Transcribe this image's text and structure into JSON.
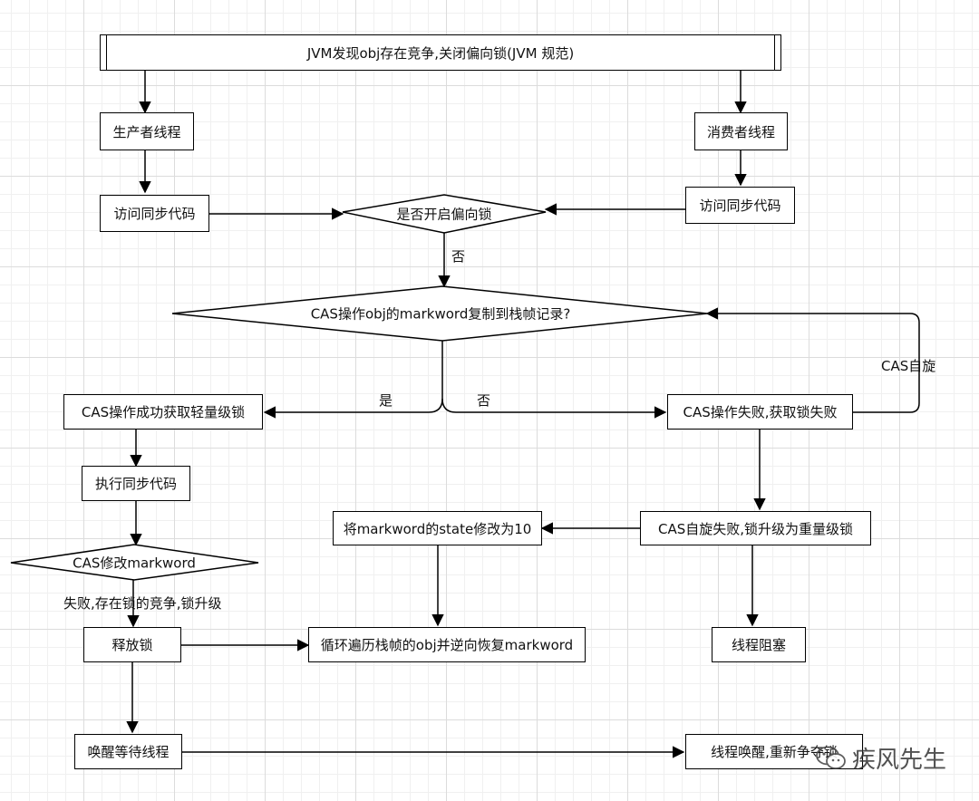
{
  "nodes": {
    "title": "JVM发现obj存在竞争,关闭偏向锁(JVM 规范)",
    "producer": "生产者线程",
    "consumer": "消费者线程",
    "access_left": "访问同步代码",
    "access_right": "访问同步代码",
    "decision_biased": "是否开启偏向锁",
    "decision_cas": "CAS操作obj的markword复制到栈帧记录?",
    "cas_success": "CAS操作成功获取轻量级锁",
    "cas_fail": "CAS操作失败,获取锁失败",
    "exec_sync": "执行同步代码",
    "decision_cas_markword": "CAS修改markword",
    "set_state": "将markword的state修改为10",
    "spin_fail": "CAS自旋失败,锁升级为重量级锁",
    "release_lock": "释放锁",
    "restore_markword": "循环遍历栈帧的obj并逆向恢复markword",
    "thread_block": "线程阻塞",
    "wake_waiting": "唤醒等待线程",
    "thread_wakeup": "线程唤醒,重新争夺锁"
  },
  "edge_labels": {
    "no_biased": "否",
    "yes_cas": "是",
    "no_cas": "否",
    "cas_spin": "CAS自旋",
    "fail_upgrade": "失败,存在锁的竞争,锁升级"
  },
  "watermark": {
    "text": "疾风先生",
    "icon": "wechat-icon"
  }
}
